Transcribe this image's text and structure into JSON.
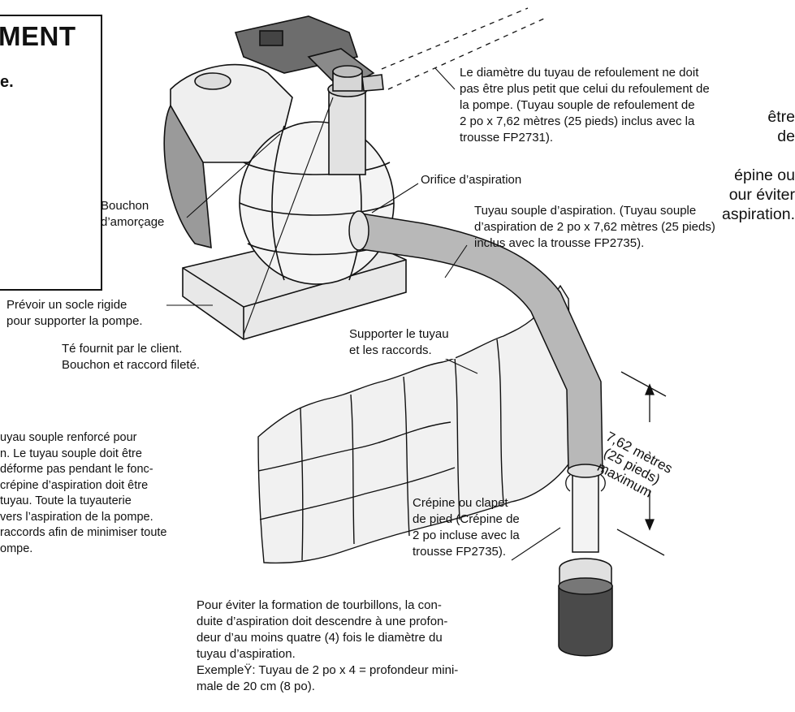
{
  "warning": {
    "title": "MENT",
    "subtitle": "e.",
    "body": "être\nde\n\népine ou\nour éviter\naspiration."
  },
  "labels": {
    "discharge_note": "Le diamètre du tuyau de refoulement ne doit\npas être plus petit que celui du refoulement de\nla pompe. (Tuyau souple de refoulement de\n2 po x 7,62 mètres (25 pieds) inclus avec la\ntrousse FP2731).",
    "suction_port": "Orifice d’aspiration",
    "suction_hose": "Tuyau souple d’aspiration. (Tuyau souple\nd’aspiration de 2 po x 7,62 mètres (25 pieds)\ninclus avec la trousse FP2735).",
    "priming_plug": "Bouchon\nd’amorçage",
    "rigid_base": "Prévoir un socle rigide\npour supporter la pompe.",
    "tee": "Té fournit par le client.\nBouchon et raccord fileté.",
    "support_hose": "Supporter le tuyau\net les raccords.",
    "hose_instructions": "uyau souple renforcé pour\nn. Le tuyau souple doit être\ndéforme pas pendant le fonc-\n crépine d’aspiration doit être\ntuyau. Toute la tuyauterie\nvers l’aspiration de la pompe.\nraccords afin de minimiser toute\nompe.",
    "strainer": "Crépine ou clapet\nde pied (Crépine de\n2 po incluse avec la\ntrousse FP2735).",
    "vortex_note": "Pour éviter la formation de tourbillons, la con-\nduite d’aspiration doit descendre à une profon-\ndeur d’au moins quatre (4) fois le diamètre du\ntuyau d’aspiration.\nExempleŸ: Tuyau de 2 po x 4 = profondeur mini-\nmale de 20 cm (8 po).",
    "max_depth": "7,62 mètres\n(25 pieds)\nmaximum"
  }
}
